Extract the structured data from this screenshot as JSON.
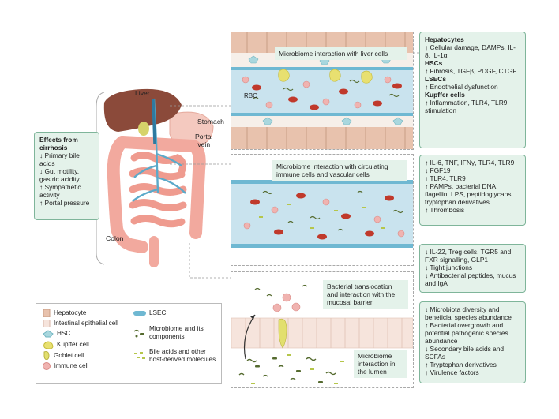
{
  "labels": {
    "liver": "Liver",
    "stomach": "Stomach",
    "portal_vein": "Portal\nvein",
    "colon": "Colon",
    "rbc": "RBC"
  },
  "effects_box": {
    "title": "Effects from cirrhosis",
    "lines": [
      "↓ Primary bile acids",
      "↓ Gut motility, gastric acidity",
      "↑ Sympathetic activity",
      "↑ Portal pressure"
    ]
  },
  "callouts": {
    "liver_cells": "Microbiome interaction with liver cells",
    "circulating": "Microbiome interaction with circulating immune cells and vascular cells",
    "translocation": "Bacterial translocation and interaction with the mucosal barrier",
    "lumen": "Microbiome interaction in the lumen"
  },
  "box_liver": {
    "sections": [
      {
        "title": "Hepatocytes",
        "lines": [
          "↑ Cellular damage, DAMPs, IL-8, IL-1α"
        ]
      },
      {
        "title": "HSCs",
        "lines": [
          "↑ Fibrosis, TGFβ, PDGF, CTGF"
        ]
      },
      {
        "title": "LSECs",
        "lines": [
          "↑ Endothelial dysfunction"
        ]
      },
      {
        "title": "Kupffer cells",
        "lines": [
          "↑ Inflammation, TLR4, TLR9 stimulation"
        ]
      }
    ]
  },
  "box_circulation": {
    "lines": [
      "↑ IL-6, TNF, IFNγ, TLR4, TLR9",
      "↓ FGF19",
      "↑ TLR4, TLR9",
      "↑ PAMPs, bacterial DNA, flagellin, LPS, peptidoglycans, tryptophan derivatives",
      "↑ Thrombosis"
    ]
  },
  "box_mucosa": {
    "lines": [
      "↓ IL-22, Treg cells, TGR5 and FXR signalling, GLP1",
      "↓ Tight junctions",
      "↓ Antibacterial peptides, mucus and IgA"
    ]
  },
  "box_lumen": {
    "lines": [
      "↓ Microbiota diversity and beneficial species abundance",
      "↑ Bacterial overgrowth and potential pathogenic species abundance",
      "↓ Secondary bile acids and SCFAs",
      "↑ Tryptophan derivatives",
      "↑ Virulence factors"
    ]
  },
  "legend": {
    "items": [
      {
        "icon": "hepatocyte-icon",
        "label": "Hepatocyte"
      },
      {
        "icon": "intestinal-epithelial-cell-icon",
        "label": "Intestinal epithelial cell"
      },
      {
        "icon": "hsc-icon",
        "label": "HSC"
      },
      {
        "icon": "kupffer-cell-icon",
        "label": "Kupffer cell"
      },
      {
        "icon": "goblet-cell-icon",
        "label": "Goblet cell"
      },
      {
        "icon": "immune-cell-icon",
        "label": "Immune cell"
      },
      {
        "icon": "lsec-icon",
        "label": "LSEC"
      },
      {
        "icon": "microbiome-icon",
        "label": "Microbiome and its components"
      },
      {
        "icon": "bile-acids-icon",
        "label": "Bile acids and other host-derived molecules"
      }
    ]
  },
  "colors": {
    "box_fill": "#e4f2ea",
    "box_border": "#7fb59a",
    "liver": "#8b4a3a",
    "intestine": "#f2a99e",
    "vessel": "#c9e3ee",
    "rbc": "#c0392b",
    "immune": "#f0b3b0",
    "kupffer": "#e8e070",
    "hsc": "#a9d7de",
    "wall": "#e8c2ad"
  }
}
